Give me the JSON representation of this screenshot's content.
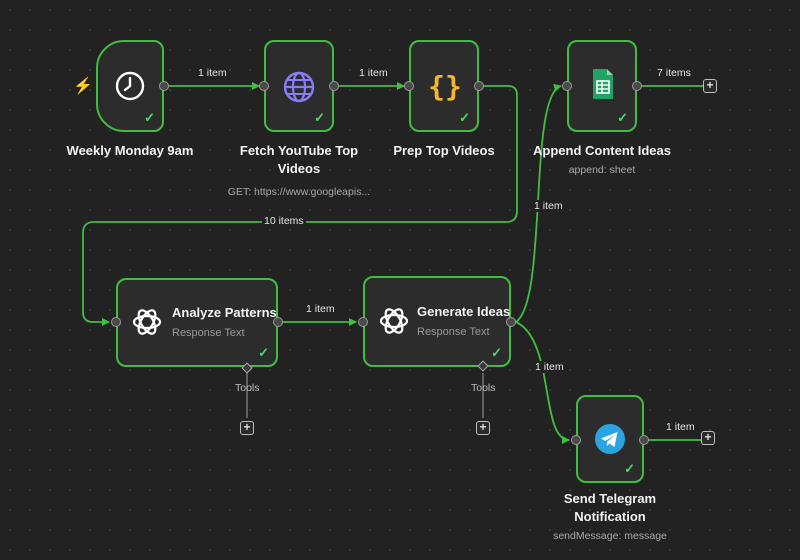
{
  "colors": {
    "background": "#222222",
    "node_border": "#3fbf3f",
    "edge": "#3fbf3f",
    "check": "#4cd964",
    "trigger_bolt": "#ff6a2b"
  },
  "nodes": {
    "weekly": {
      "title": "Weekly Monday 9am",
      "icon": "clock-icon"
    },
    "fetch": {
      "title_line1": "Fetch YouTube Top",
      "title_line2": "Videos",
      "subtitle": "GET: https://www.googleapis...",
      "icon": "globe-icon"
    },
    "prep": {
      "title": "Prep Top Videos",
      "icon": "code-braces-icon"
    },
    "append": {
      "title": "Append Content Ideas",
      "subtitle": "append: sheet",
      "icon": "google-sheets-icon"
    },
    "analyze": {
      "title": "Analyze Patterns",
      "subtitle": "Response Text",
      "icon": "openai-icon",
      "tools_label": "Tools"
    },
    "generate": {
      "title": "Generate Ideas",
      "subtitle": "Response Text",
      "icon": "openai-icon",
      "tools_label": "Tools"
    },
    "telegram": {
      "title_line1": "Send Telegram",
      "title_line2": "Notification",
      "subtitle": "sendMessage: message",
      "icon": "telegram-icon"
    }
  },
  "edges": {
    "weekly_fetch": "1 item",
    "fetch_prep": "1 item",
    "prep_analyze": "10 items",
    "analyze_generate": "1 item",
    "generate_append": "1 item",
    "generate_telegram": "1 item",
    "append_out": "7 items",
    "telegram_out": "1 item"
  },
  "status": {
    "check_symbol": "✓",
    "plus_symbol": "+"
  }
}
